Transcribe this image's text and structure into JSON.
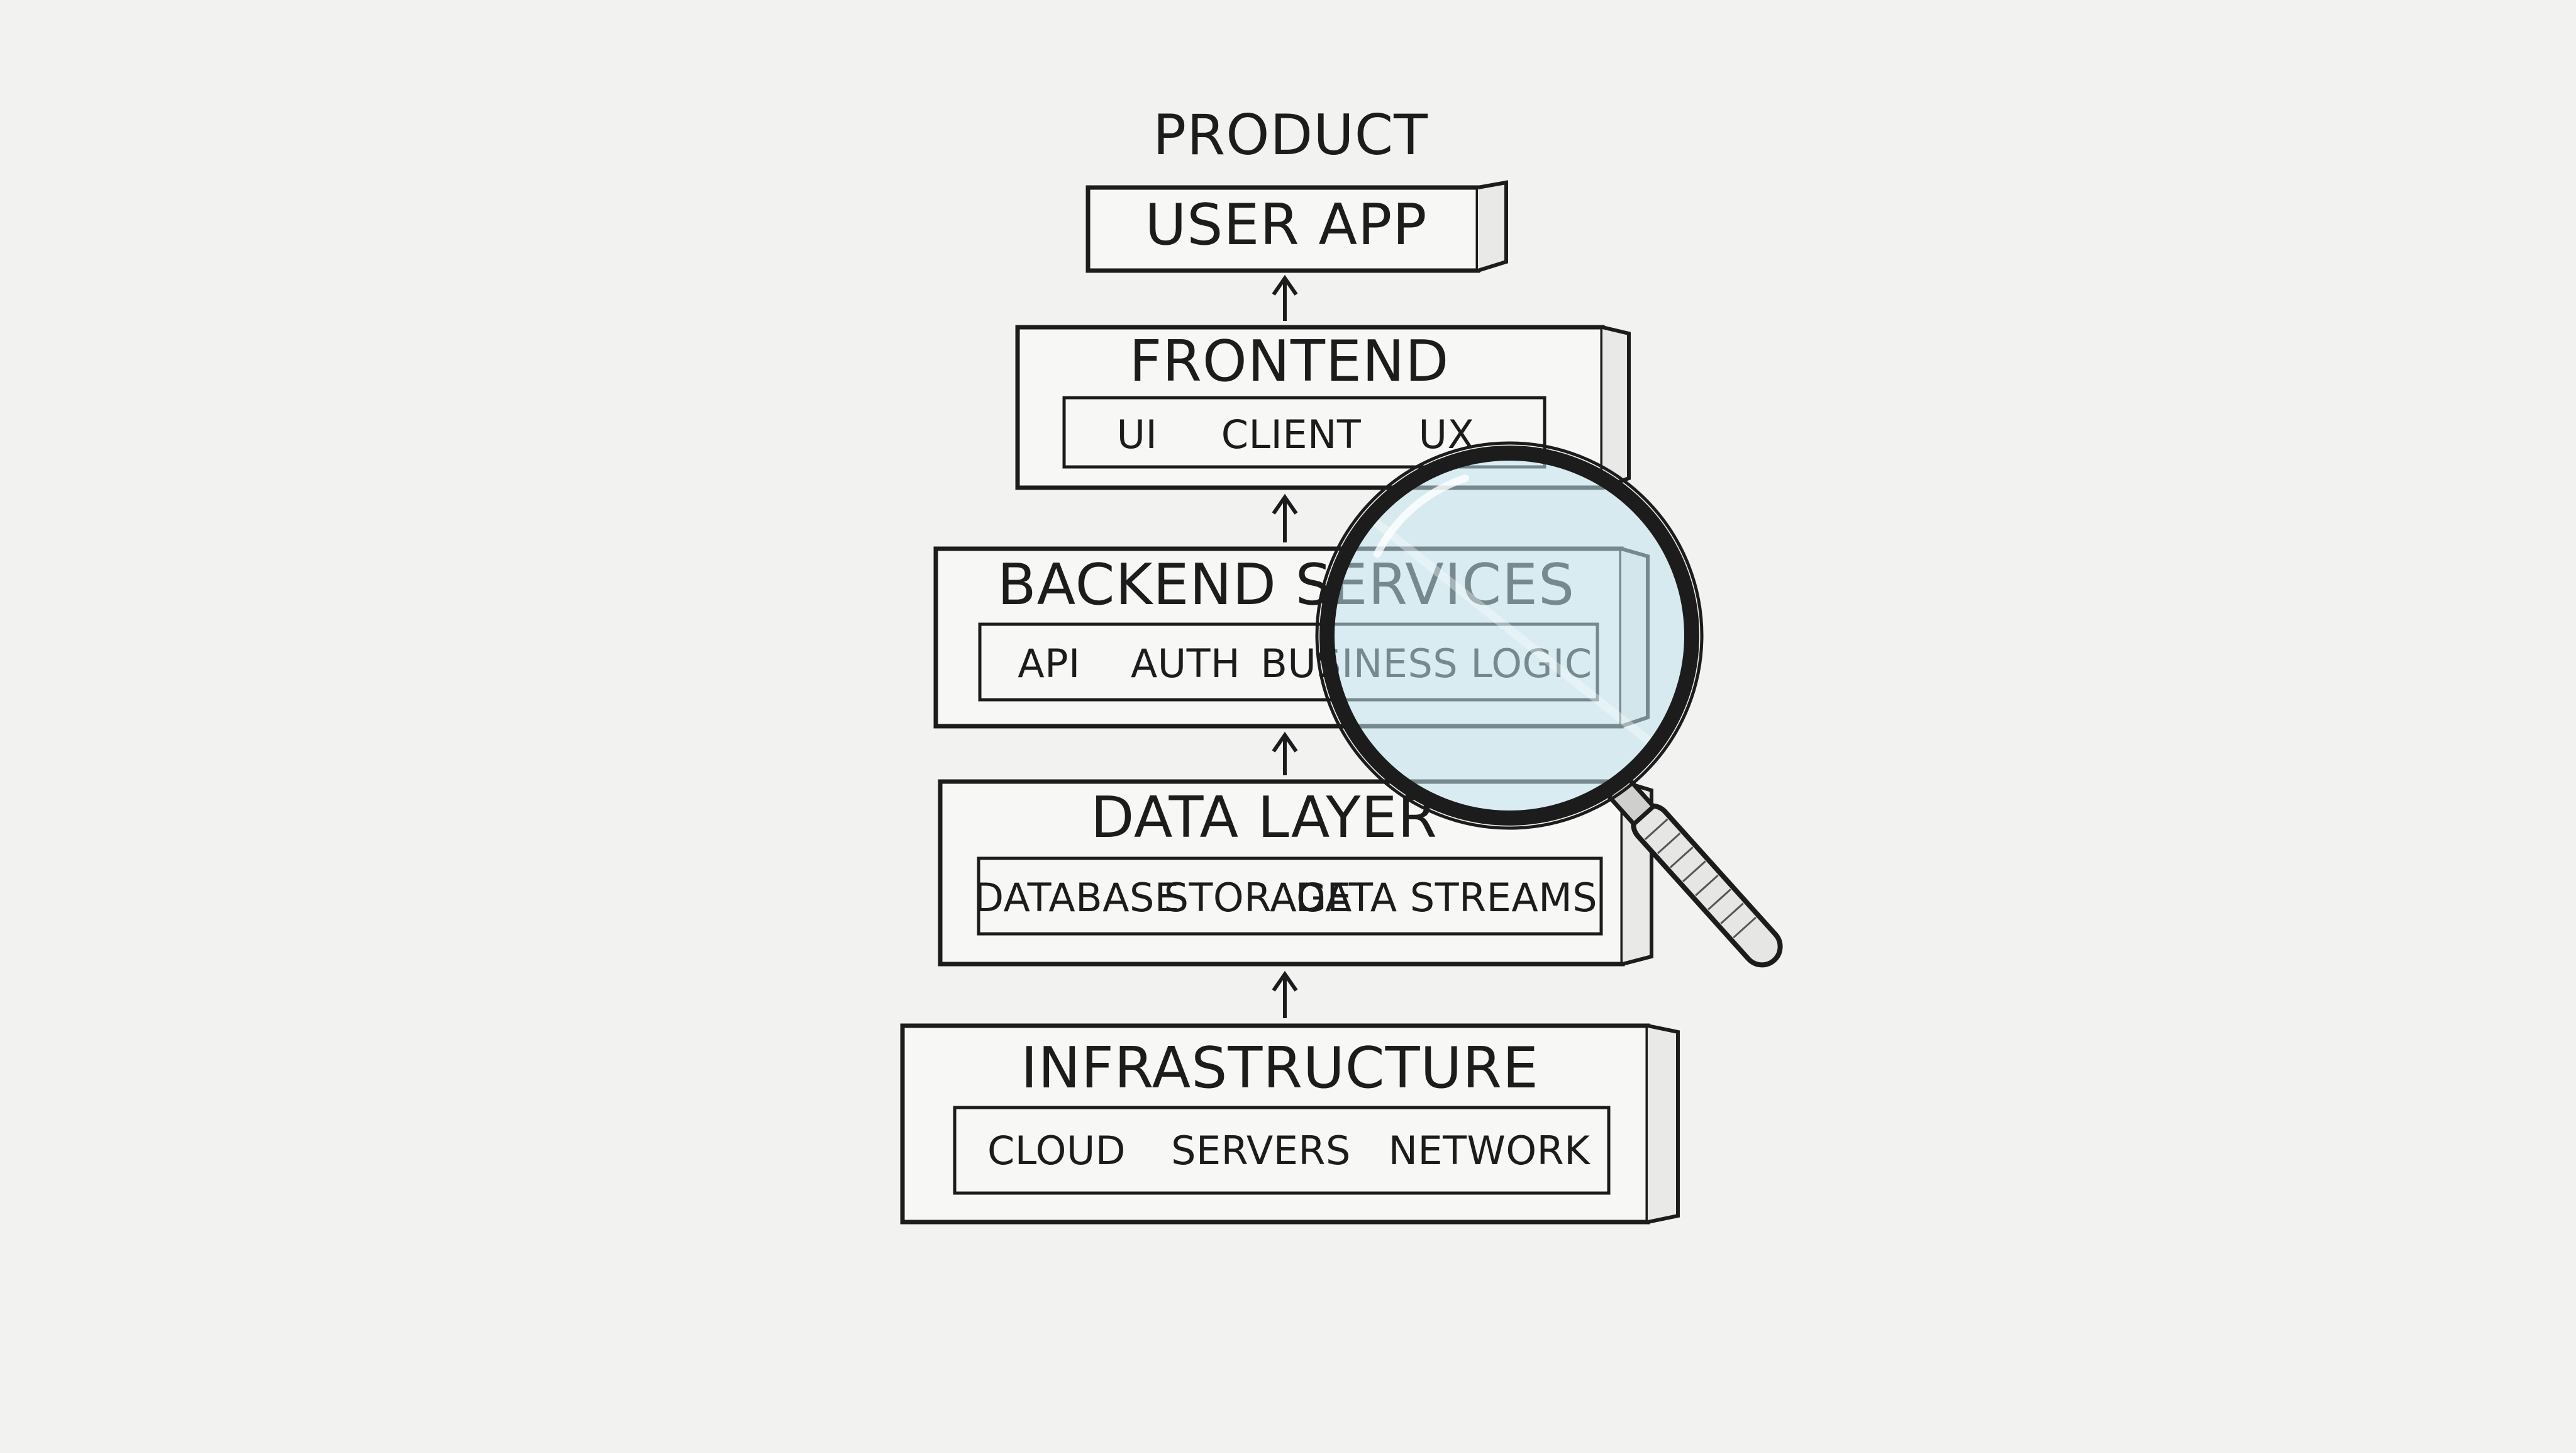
{
  "diagram": {
    "top_label": "PRODUCT",
    "user_app": "USER APP",
    "layers": [
      {
        "title": "FRONTEND",
        "items": [
          "UI",
          "CLIENT",
          "UX"
        ]
      },
      {
        "title": "BACKEND SERVICES",
        "items": [
          "API",
          "AUTH",
          "BUSINESS LOGIC"
        ]
      },
      {
        "title": "DATA LAYER",
        "items": [
          "DATABASE",
          "STORAGE",
          "DATA STREAMS"
        ]
      },
      {
        "title": "INFRASTRUCTURE",
        "items": [
          "CLOUD",
          "SERVERS",
          "NETWORK"
        ]
      }
    ]
  },
  "icons": {
    "magnifier": "magnifying-glass-icon"
  },
  "colors": {
    "background": "#f2f2f1",
    "ink": "#1c1c1c",
    "lens": "#bfe3ee"
  }
}
